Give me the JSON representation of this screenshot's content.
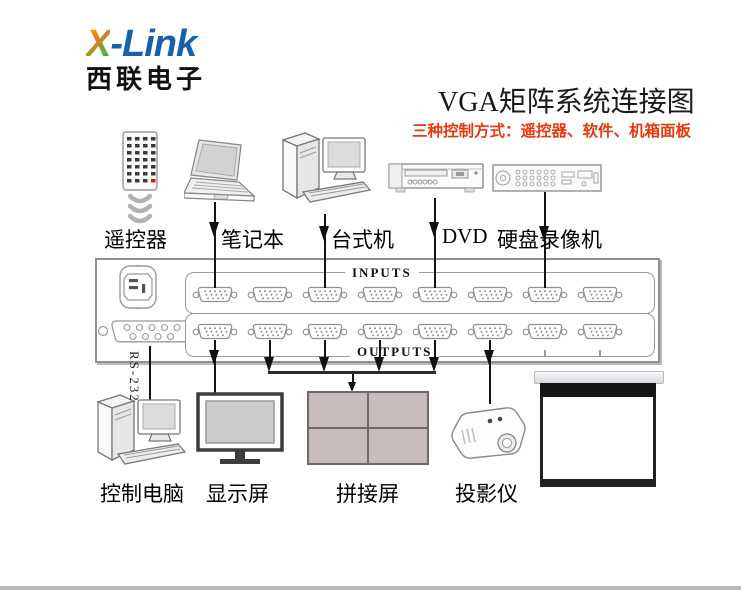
{
  "logo": {
    "brand_x": "X",
    "brand_rest": "-Link",
    "company": "西联电子"
  },
  "title": "VGA矩阵系统连接图",
  "control_note": "三种控制方式：遥控器、软件、机箱面板",
  "input_devices": [
    {
      "label": "遥控器",
      "connection": "wireless-ir"
    },
    {
      "label": "笔记本",
      "connection": "input-1"
    },
    {
      "label": "台式机",
      "connection": "input-3"
    },
    {
      "label": "DVD",
      "connection": "input-5"
    },
    {
      "label": "硬盘录像机",
      "connection": "input-7"
    }
  ],
  "matrix": {
    "inputs_label": "INPUTS",
    "outputs_label": "OUTPUTS",
    "rs232_label": "RS-232",
    "input_port_count": 8,
    "output_port_count": 8
  },
  "output_devices": [
    {
      "label": "控制电脑",
      "connection": "rs-232"
    },
    {
      "label": "显示屏",
      "connection": "output-1"
    },
    {
      "label": "拼接屏",
      "connection": "outputs-2-5"
    },
    {
      "label": "投影仪",
      "connection": "output-6"
    }
  ],
  "colors": {
    "note_red": "#e8380d",
    "link_blue": "#1660ae",
    "wall_panel": "#c6bcbc",
    "footer_bar": "#b9b9b9"
  }
}
